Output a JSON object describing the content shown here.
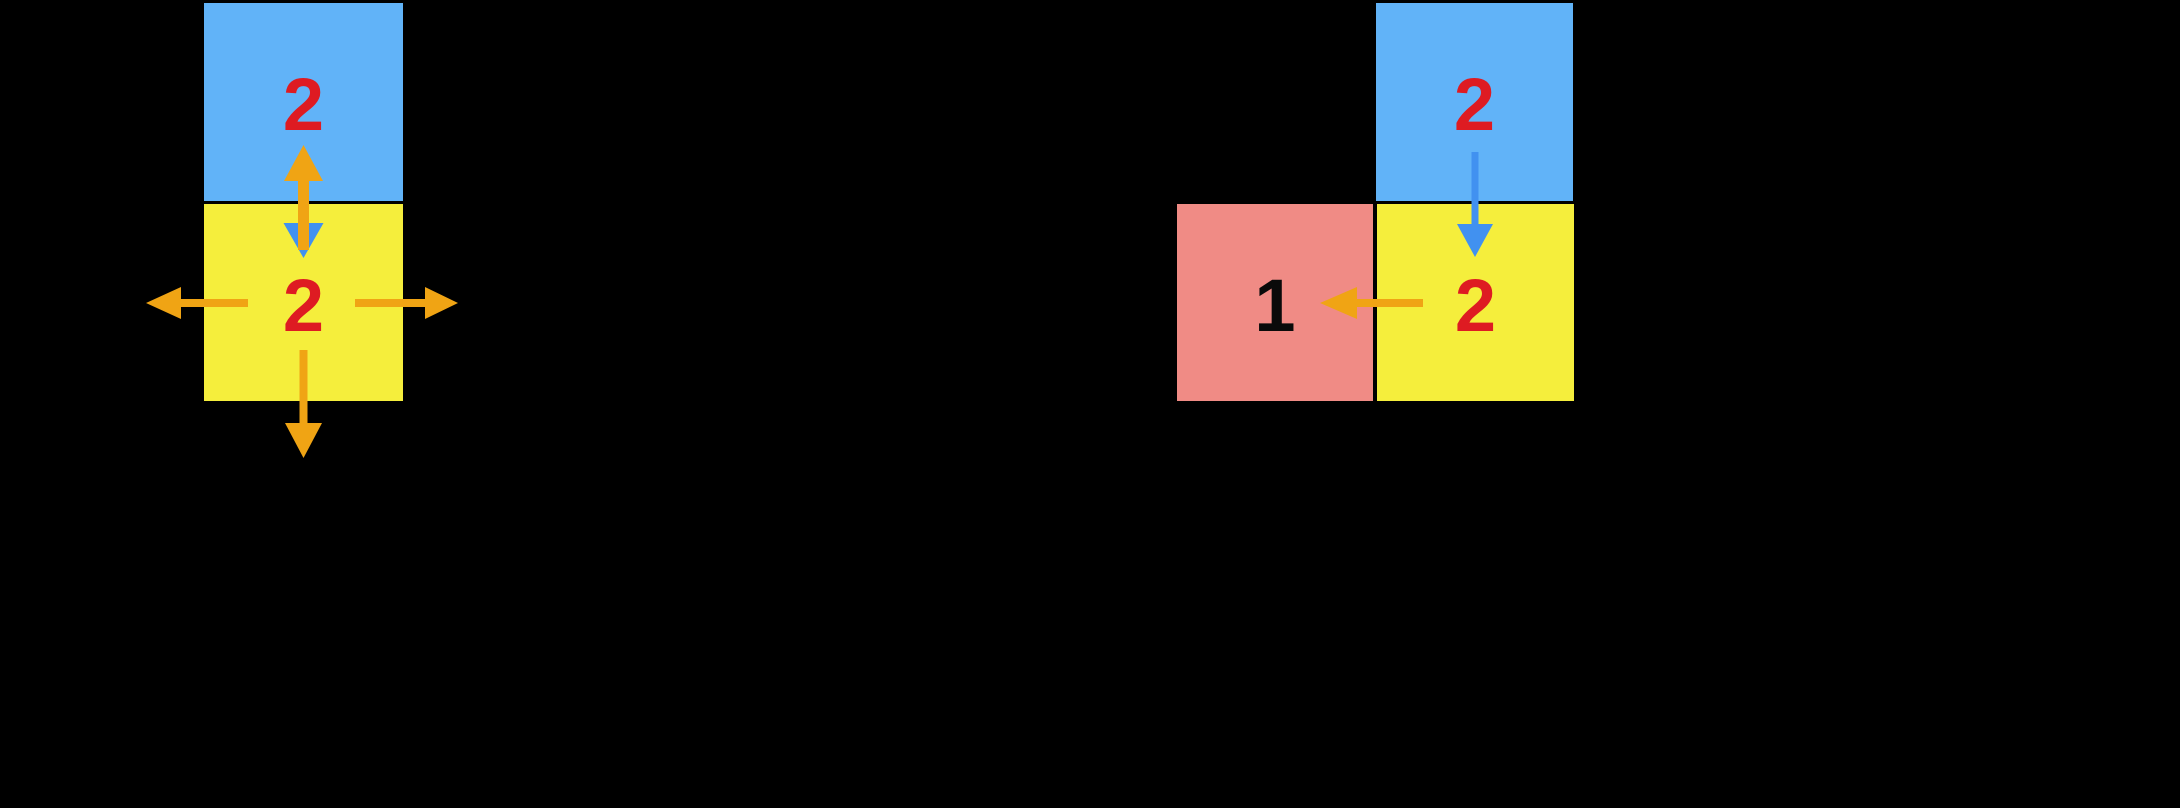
{
  "canvas": {
    "background": "#000000"
  },
  "colors": {
    "blue_tile": "#61b3f8",
    "yellow_tile": "#f5ee3c",
    "pink_tile": "#f08b85",
    "orange_arrow": "#f0a414",
    "blue_arrow": "#4191f0",
    "number_red": "#de1b22",
    "number_black": "#0a0a0a"
  },
  "left_diagram": {
    "tiles": [
      {
        "name": "blue-tile",
        "value": "2"
      },
      {
        "name": "yellow-tile",
        "value": "2"
      }
    ],
    "arrows": [
      {
        "name": "move-up-arrow",
        "direction": "up",
        "color": "orange"
      },
      {
        "name": "merge-down-arrowhead",
        "direction": "down",
        "color": "blue"
      },
      {
        "name": "move-left-arrow",
        "direction": "left",
        "color": "orange"
      },
      {
        "name": "move-right-arrow",
        "direction": "right",
        "color": "orange"
      },
      {
        "name": "move-down-arrow",
        "direction": "down",
        "color": "orange"
      }
    ]
  },
  "right_diagram": {
    "tiles": [
      {
        "name": "blue-tile",
        "value": "2"
      },
      {
        "name": "pink-tile",
        "value": "1"
      },
      {
        "name": "yellow-tile",
        "value": "2"
      }
    ],
    "arrows": [
      {
        "name": "merge-down-arrow",
        "direction": "down",
        "color": "blue"
      },
      {
        "name": "move-left-arrow",
        "direction": "left",
        "color": "orange"
      }
    ]
  }
}
